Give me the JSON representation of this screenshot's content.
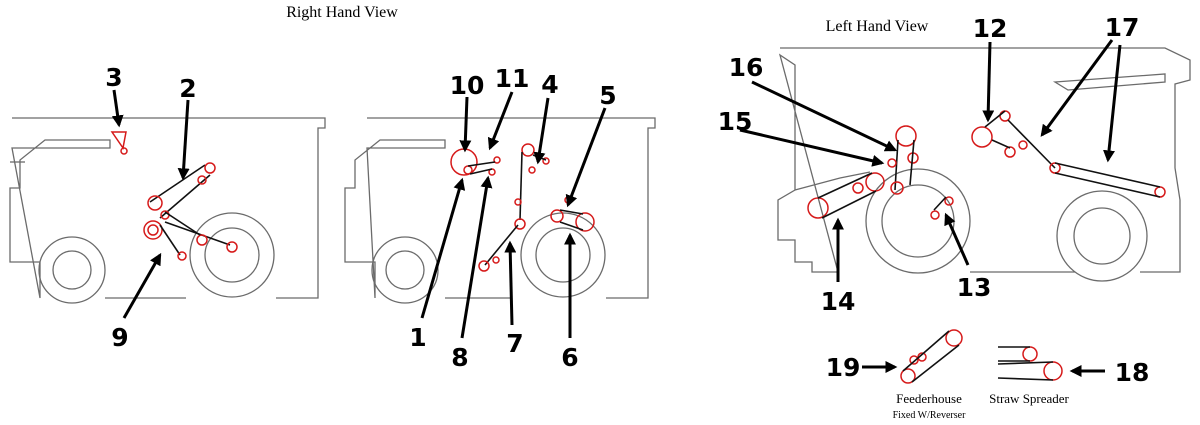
{
  "titles": {
    "right_view": "Right Hand View",
    "left_view": "Left Hand View"
  },
  "callouts": {
    "c1": "1",
    "c2": "2",
    "c3": "3",
    "c4": "4",
    "c5": "5",
    "c6": "6",
    "c7": "7",
    "c8": "8",
    "c9": "9",
    "c10": "10",
    "c11": "11",
    "c12": "12",
    "c13": "13",
    "c14": "14",
    "c15": "15",
    "c16": "16",
    "c17": "17",
    "c18": "18",
    "c19": "19"
  },
  "captions": {
    "feederhouse": "Feederhouse",
    "feederhouse_sub": "Fixed W/Reverser",
    "straw_spreader": "Straw Spreader"
  },
  "colors": {
    "pulley": "#d61a1a",
    "belt": "#111111",
    "outline": "#6b6b6b"
  }
}
